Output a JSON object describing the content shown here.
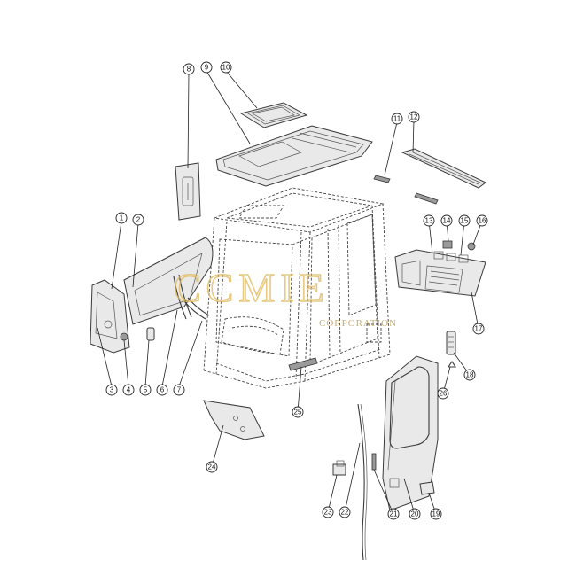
{
  "watermark": {
    "logo_text": "CCMIE",
    "tagline": "CORPORATION"
  },
  "callouts": [
    {
      "id": "1",
      "label": "1"
    },
    {
      "id": "2",
      "label": "2"
    },
    {
      "id": "3",
      "label": "3"
    },
    {
      "id": "4",
      "label": "4"
    },
    {
      "id": "5",
      "label": "5"
    },
    {
      "id": "6",
      "label": "6"
    },
    {
      "id": "7",
      "label": "7"
    },
    {
      "id": "8",
      "label": "8"
    },
    {
      "id": "9",
      "label": "9"
    },
    {
      "id": "10",
      "label": "10"
    },
    {
      "id": "11",
      "label": "11"
    },
    {
      "id": "12",
      "label": "12"
    },
    {
      "id": "13",
      "label": "13"
    },
    {
      "id": "14",
      "label": "14"
    },
    {
      "id": "15",
      "label": "15"
    },
    {
      "id": "16",
      "label": "16"
    },
    {
      "id": "17",
      "label": "17"
    },
    {
      "id": "18",
      "label": "18"
    },
    {
      "id": "19",
      "label": "19"
    },
    {
      "id": "20",
      "label": "20"
    },
    {
      "id": "21",
      "label": "21"
    },
    {
      "id": "22",
      "label": "22"
    },
    {
      "id": "23",
      "label": "23"
    },
    {
      "id": "24",
      "label": "24"
    },
    {
      "id": "25",
      "label": "25"
    },
    {
      "id": "26",
      "label": "26"
    }
  ]
}
